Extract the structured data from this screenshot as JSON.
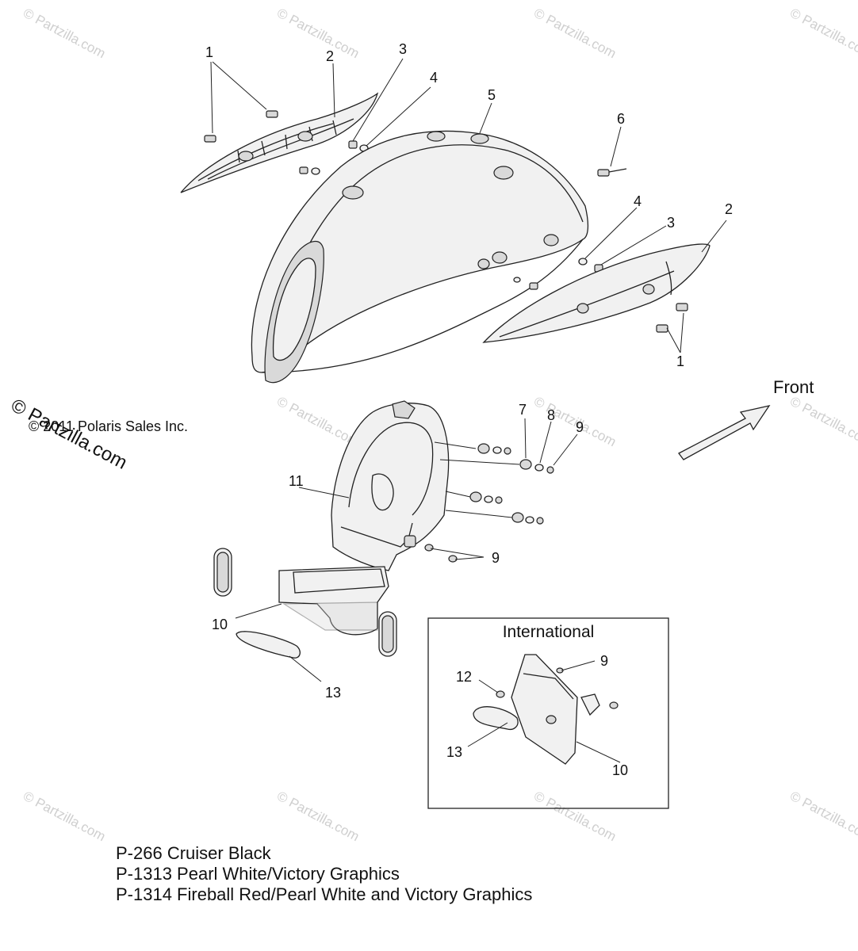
{
  "watermark_text": "© Partzilla.com",
  "copyright": "© 2011 Polaris Sales Inc.",
  "front_label": "Front",
  "international_box": {
    "title": "International"
  },
  "callouts": {
    "c1a": "1",
    "c2a": "2",
    "c3a": "3",
    "c4a": "4",
    "c5": "5",
    "c6": "6",
    "c4b": "4",
    "c3b": "3",
    "c2b": "2",
    "c1b": "1",
    "c7": "7",
    "c8": "8",
    "c9a": "9",
    "c11": "11",
    "c9b": "9",
    "c10": "10",
    "c13": "13",
    "i9": "9",
    "i12": "12",
    "i13": "13",
    "i10": "10"
  },
  "notes": [
    "P-266  Cruiser Black",
    "P-1313 Pearl White/Victory Graphics",
    "P-1314 Fireball Red/Pearl White and Victory Graphics"
  ]
}
